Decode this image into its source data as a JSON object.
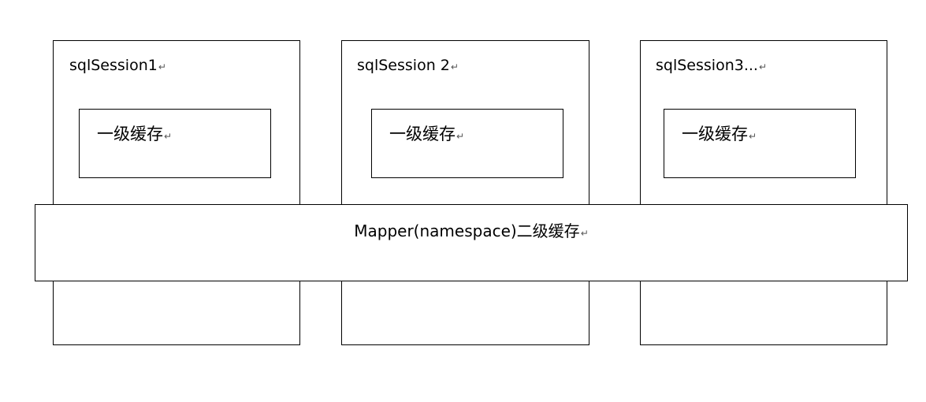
{
  "sessions": [
    {
      "label": "sqlSession1",
      "cache_label": "一级缓存"
    },
    {
      "label": "sqlSession 2",
      "cache_label": "一级缓存"
    },
    {
      "label": "sqlSession3...",
      "cache_label": "一级缓存"
    }
  ],
  "mapper": {
    "label": "Mapper(namespace)二级缓存"
  },
  "paragraph_mark": "↵",
  "colors": {
    "stroke": "#000000",
    "background": "#ffffff",
    "paragraph_mark": "#555555"
  }
}
